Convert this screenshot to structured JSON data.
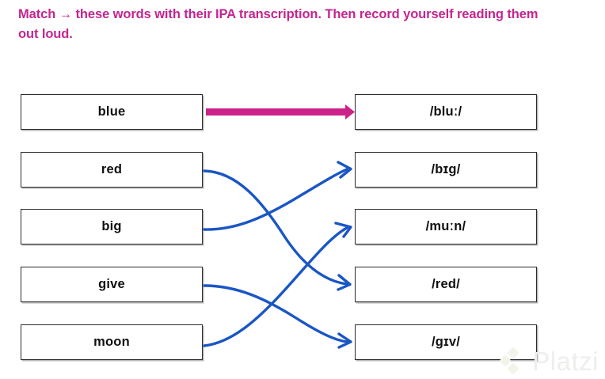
{
  "instruction": {
    "text": "Match → these words with their IPA transcription. Then record yourself reading them out loud.",
    "color": "#c4258f"
  },
  "exercise": {
    "left_column": [
      {
        "id": "blue",
        "label": "blue"
      },
      {
        "id": "red",
        "label": "red"
      },
      {
        "id": "big",
        "label": "big"
      },
      {
        "id": "give",
        "label": "give"
      },
      {
        "id": "moon",
        "label": "moon"
      }
    ],
    "right_column": [
      {
        "id": "blu",
        "label": "/bluː/"
      },
      {
        "id": "big",
        "label": "/bɪg/"
      },
      {
        "id": "mun",
        "label": "/muːn/"
      },
      {
        "id": "red",
        "label": "/red/"
      },
      {
        "id": "giv",
        "label": "/gɪv/"
      }
    ],
    "connections": [
      {
        "from": "blue",
        "to": "blu",
        "style": "straight-arrow",
        "color": "#cc2288"
      },
      {
        "from": "red",
        "to": "red",
        "style": "curved-arrow",
        "color": "#1a56c4"
      },
      {
        "from": "big",
        "to": "big",
        "style": "curved-arrow",
        "color": "#1a56c4"
      },
      {
        "from": "give",
        "to": "giv",
        "style": "curved-arrow",
        "color": "#1a56c4"
      },
      {
        "from": "moon",
        "to": "mun",
        "style": "curved-arrow",
        "color": "#1a56c4"
      }
    ],
    "colors": {
      "highlight_arrow": "#cc2288",
      "link_line": "#1a56c4",
      "box_border": "#2b2b2b"
    }
  },
  "watermark": {
    "brand": "Platzi",
    "color": "#eeeeec"
  }
}
